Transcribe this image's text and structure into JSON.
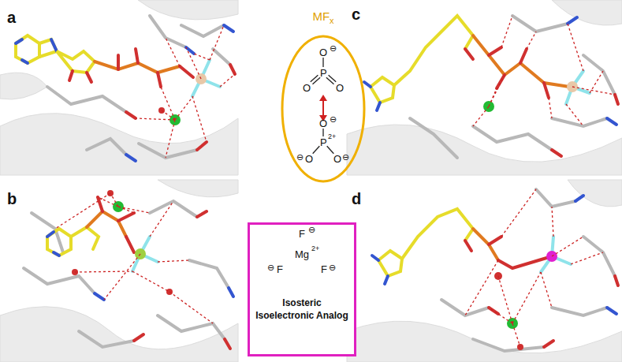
{
  "diagram": {
    "nodes": [
      {
        "text": [
          "MF",
          "x"
        ]
      },
      {
        "text": [
          "Isosteric Isoelectronic Analog"
        ]
      }
    ],
    "labels": [
      "a",
      "b",
      "c",
      "d",
      "O",
      "⊖",
      "P",
      "O",
      "O",
      "O",
      "⊖",
      "P",
      "2+",
      "⊖",
      "O",
      "O",
      "⊖",
      "F",
      "⊖",
      "Mg",
      "2+",
      "F",
      "⊖",
      "F",
      "⊖"
    ]
  }
}
